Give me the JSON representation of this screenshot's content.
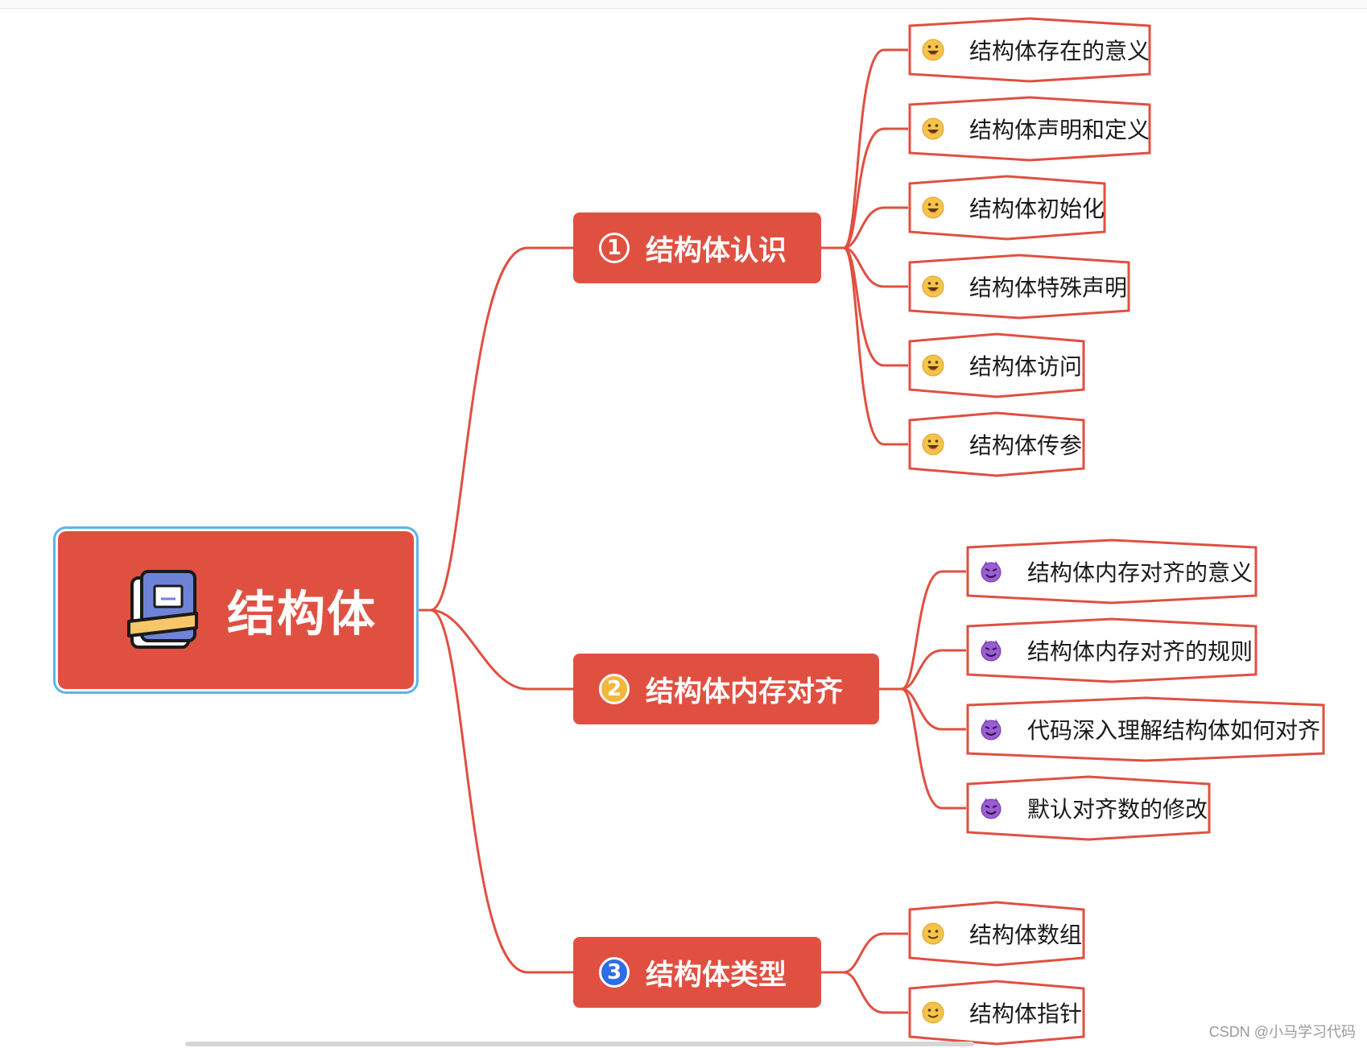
{
  "root": {
    "label": "结构体",
    "icon": "book-icon"
  },
  "branches": [
    {
      "number": "1",
      "label": "结构体认识",
      "leaf_icon": "grinning-face-icon",
      "leaves": [
        "结构体存在的意义",
        "结构体声明和定义",
        "结构体初始化",
        "结构体特殊声明",
        "结构体访问",
        "结构体传参"
      ]
    },
    {
      "number": "2",
      "label": "结构体内存对齐",
      "leaf_icon": "smiling-devil-icon",
      "leaves": [
        "结构体内存对齐的意义",
        "结构体内存对齐的规则",
        "代码深入理解结构体如何对齐",
        "默认对齐数的修改"
      ]
    },
    {
      "number": "3",
      "label": "结构体类型",
      "leaf_icon": "smiling-face-icon",
      "leaves": [
        "结构体数组",
        "结构体指针"
      ]
    }
  ],
  "watermark": "CSDN @小马学习代码",
  "colors": {
    "topic_fill": "#e05041",
    "connector": "#e05041",
    "root_selection": "#5cb4ea",
    "number_2": "#f5b63b",
    "number_3": "#2d6ee6"
  }
}
